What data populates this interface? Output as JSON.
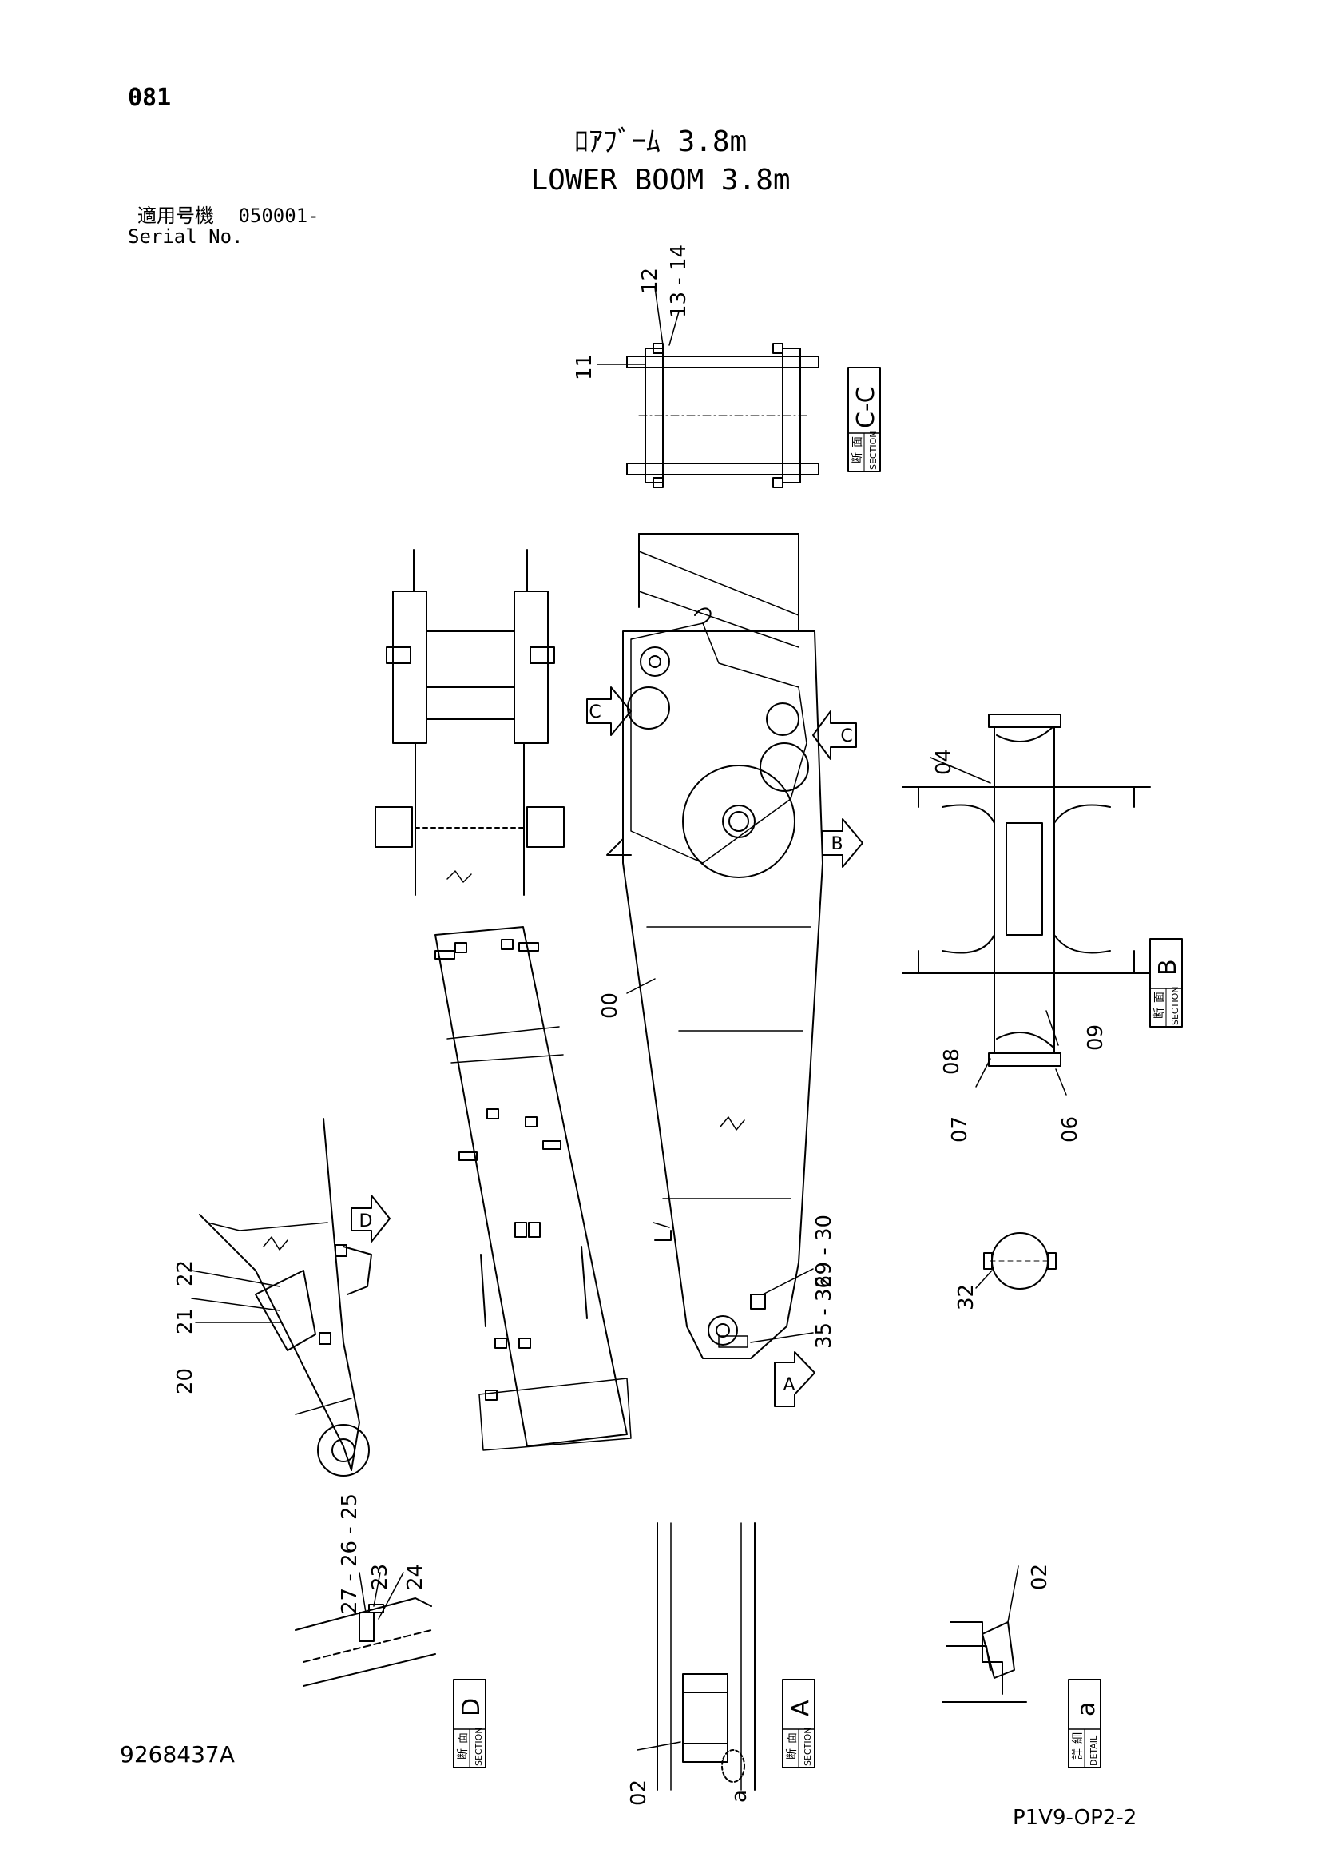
{
  "header": {
    "page_number": "081",
    "title_jp": "ﾛｱﾌﾞｰﾑ 3.8m",
    "title_en": "LOWER BOOM 3.8m",
    "serial_label_jp": "適用号機",
    "serial_value": "050001-",
    "serial_label_en": "Serial No."
  },
  "footer": {
    "document_number": "9268437A",
    "page_reference": "P1V9-OP2-2"
  },
  "section_tags": {
    "cc": {
      "jp1": "断",
      "jp2": "面",
      "en": "SECTION",
      "letter": "C-C"
    },
    "b": {
      "jp1": "断",
      "jp2": "面",
      "en": "SECTION",
      "letter": "B"
    },
    "d": {
      "jp1": "断",
      "jp2": "面",
      "en": "SECTION",
      "letter": "D"
    },
    "a": {
      "jp1": "断",
      "jp2": "面",
      "en": "SECTION",
      "letter": "A"
    },
    "detail_a": {
      "jp1": "詳",
      "jp2": "細",
      "en": "DETAIL",
      "letter": "a"
    }
  },
  "view_arrows": {
    "c_left": "C",
    "c_right": "C",
    "b": "B",
    "a": "A",
    "d": "D"
  },
  "callouts": {
    "p00": "00",
    "p02_detail": "02",
    "p02_section": "02",
    "detail_mark": "a",
    "p04": "04",
    "p06": "06",
    "p07": "07",
    "p08": "08",
    "p09": "09",
    "p11": "11",
    "p12": "12",
    "p13_14": "13 - 14",
    "p20": "20",
    "p21": "21",
    "p22": "22",
    "p23": "23",
    "p24": "24",
    "p25_26_27": "27 - 26 - 25",
    "p29_30": "29 - 30",
    "p32": "32",
    "p35_36": "35 - 36"
  }
}
